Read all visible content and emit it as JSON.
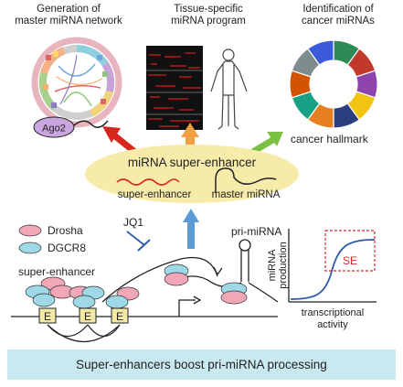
{
  "titles": {
    "network": "Generation of master miRNA network",
    "network_l1": "Generation of",
    "network_l2": "master miRNA network",
    "tissue_l1": "Tissue-specific",
    "tissue_l2": "miRNA program",
    "cancer_l1": "Identification of",
    "cancer_l2": "cancer miRNAs"
  },
  "labels": {
    "ago2": "Ago2",
    "cancer_hallmark": "cancer hallmark",
    "hub_title": "miRNA super-enhancer",
    "hub_se": "super-enhancer",
    "hub_master": "master miRNA",
    "jq1": "JQ1",
    "pri_mirna": "pri-miRNA",
    "drosha": "Drosha",
    "dgcr8": "DGCR8",
    "super_enhancer": "super-enhancer",
    "e_box": "E",
    "y_axis_l1": "miRNA",
    "y_axis_l2": "production",
    "x_axis_l1": "transcriptional",
    "x_axis_l2": "activity",
    "se": "SE"
  },
  "banner": "Super-enhancers boost pri-miRNA processing",
  "colors": {
    "drosha": "#f2a7b8",
    "dgcr8": "#9fd8e6",
    "hub_fill": "#f7ebaa",
    "red_arrow": "#d7261e",
    "orange_arrow": "#f0a040",
    "green_arrow": "#7ac143",
    "blue_arrow": "#5b9bd5",
    "banner": "#c9e9f0",
    "curve": "#2f5aa8",
    "se_box": "#d62728"
  }
}
